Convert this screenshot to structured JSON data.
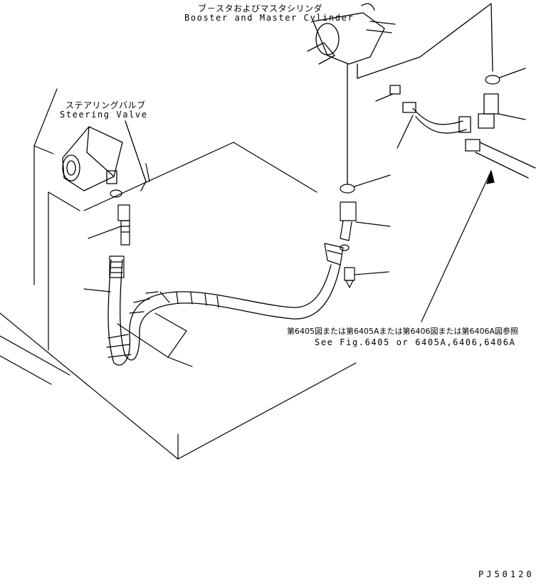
{
  "labels": {
    "booster_jp": "ブ－スタおよびマスタシリンダ",
    "booster_en": "Booster and Master Cylinder",
    "steering_jp": "ステアリングバルブ",
    "steering_en": "Steering Valve",
    "reference_jp": "第6405図または第6405Aまたは第6406図または第6406A図参照",
    "reference_en": "See Fig.6405 or 6405A,6406,6406A",
    "drawing_code": "PJ50120"
  }
}
